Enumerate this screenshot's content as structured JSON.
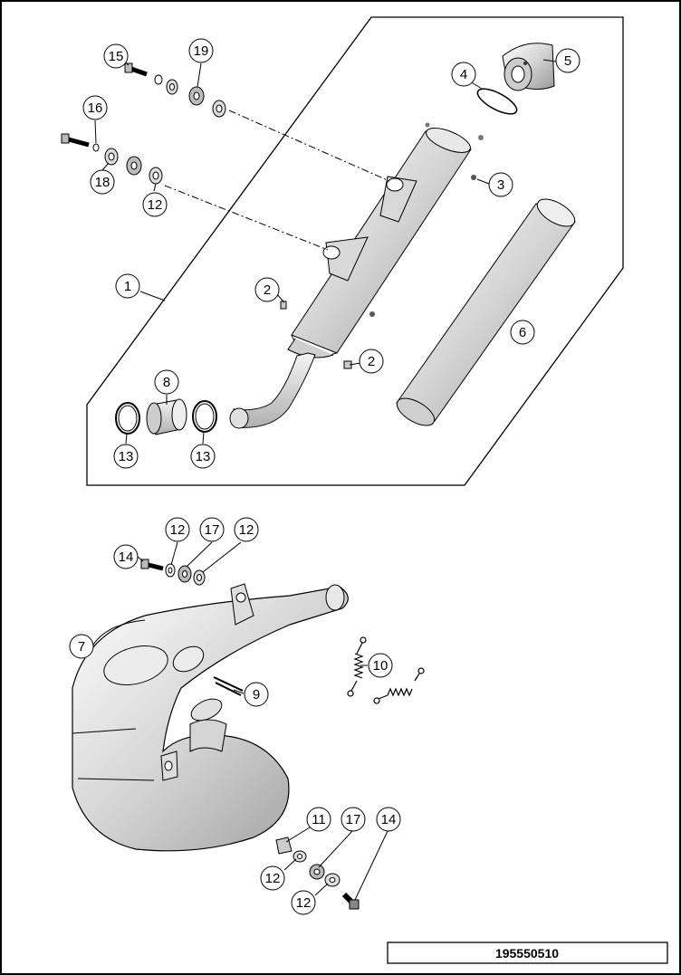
{
  "drawing_number": "195550510",
  "callouts": [
    {
      "id": "c1",
      "label": "1"
    },
    {
      "id": "c2a",
      "label": "2"
    },
    {
      "id": "c2b",
      "label": "2"
    },
    {
      "id": "c3",
      "label": "3"
    },
    {
      "id": "c4",
      "label": "4"
    },
    {
      "id": "c5",
      "label": "5"
    },
    {
      "id": "c6",
      "label": "6"
    },
    {
      "id": "c7",
      "label": "7"
    },
    {
      "id": "c8",
      "label": "8"
    },
    {
      "id": "c9",
      "label": "9"
    },
    {
      "id": "c10",
      "label": "10"
    },
    {
      "id": "c11",
      "label": "11"
    },
    {
      "id": "c12a",
      "label": "12"
    },
    {
      "id": "c12b",
      "label": "12"
    },
    {
      "id": "c12c",
      "label": "12"
    },
    {
      "id": "c12d",
      "label": "12"
    },
    {
      "id": "c12e",
      "label": "12"
    },
    {
      "id": "c13a",
      "label": "13"
    },
    {
      "id": "c13b",
      "label": "13"
    },
    {
      "id": "c14a",
      "label": "14"
    },
    {
      "id": "c14b",
      "label": "14"
    },
    {
      "id": "c15",
      "label": "15"
    },
    {
      "id": "c16",
      "label": "16"
    },
    {
      "id": "c17a",
      "label": "17"
    },
    {
      "id": "c17b",
      "label": "17"
    },
    {
      "id": "c18",
      "label": "18"
    },
    {
      "id": "c19",
      "label": "19"
    }
  ]
}
